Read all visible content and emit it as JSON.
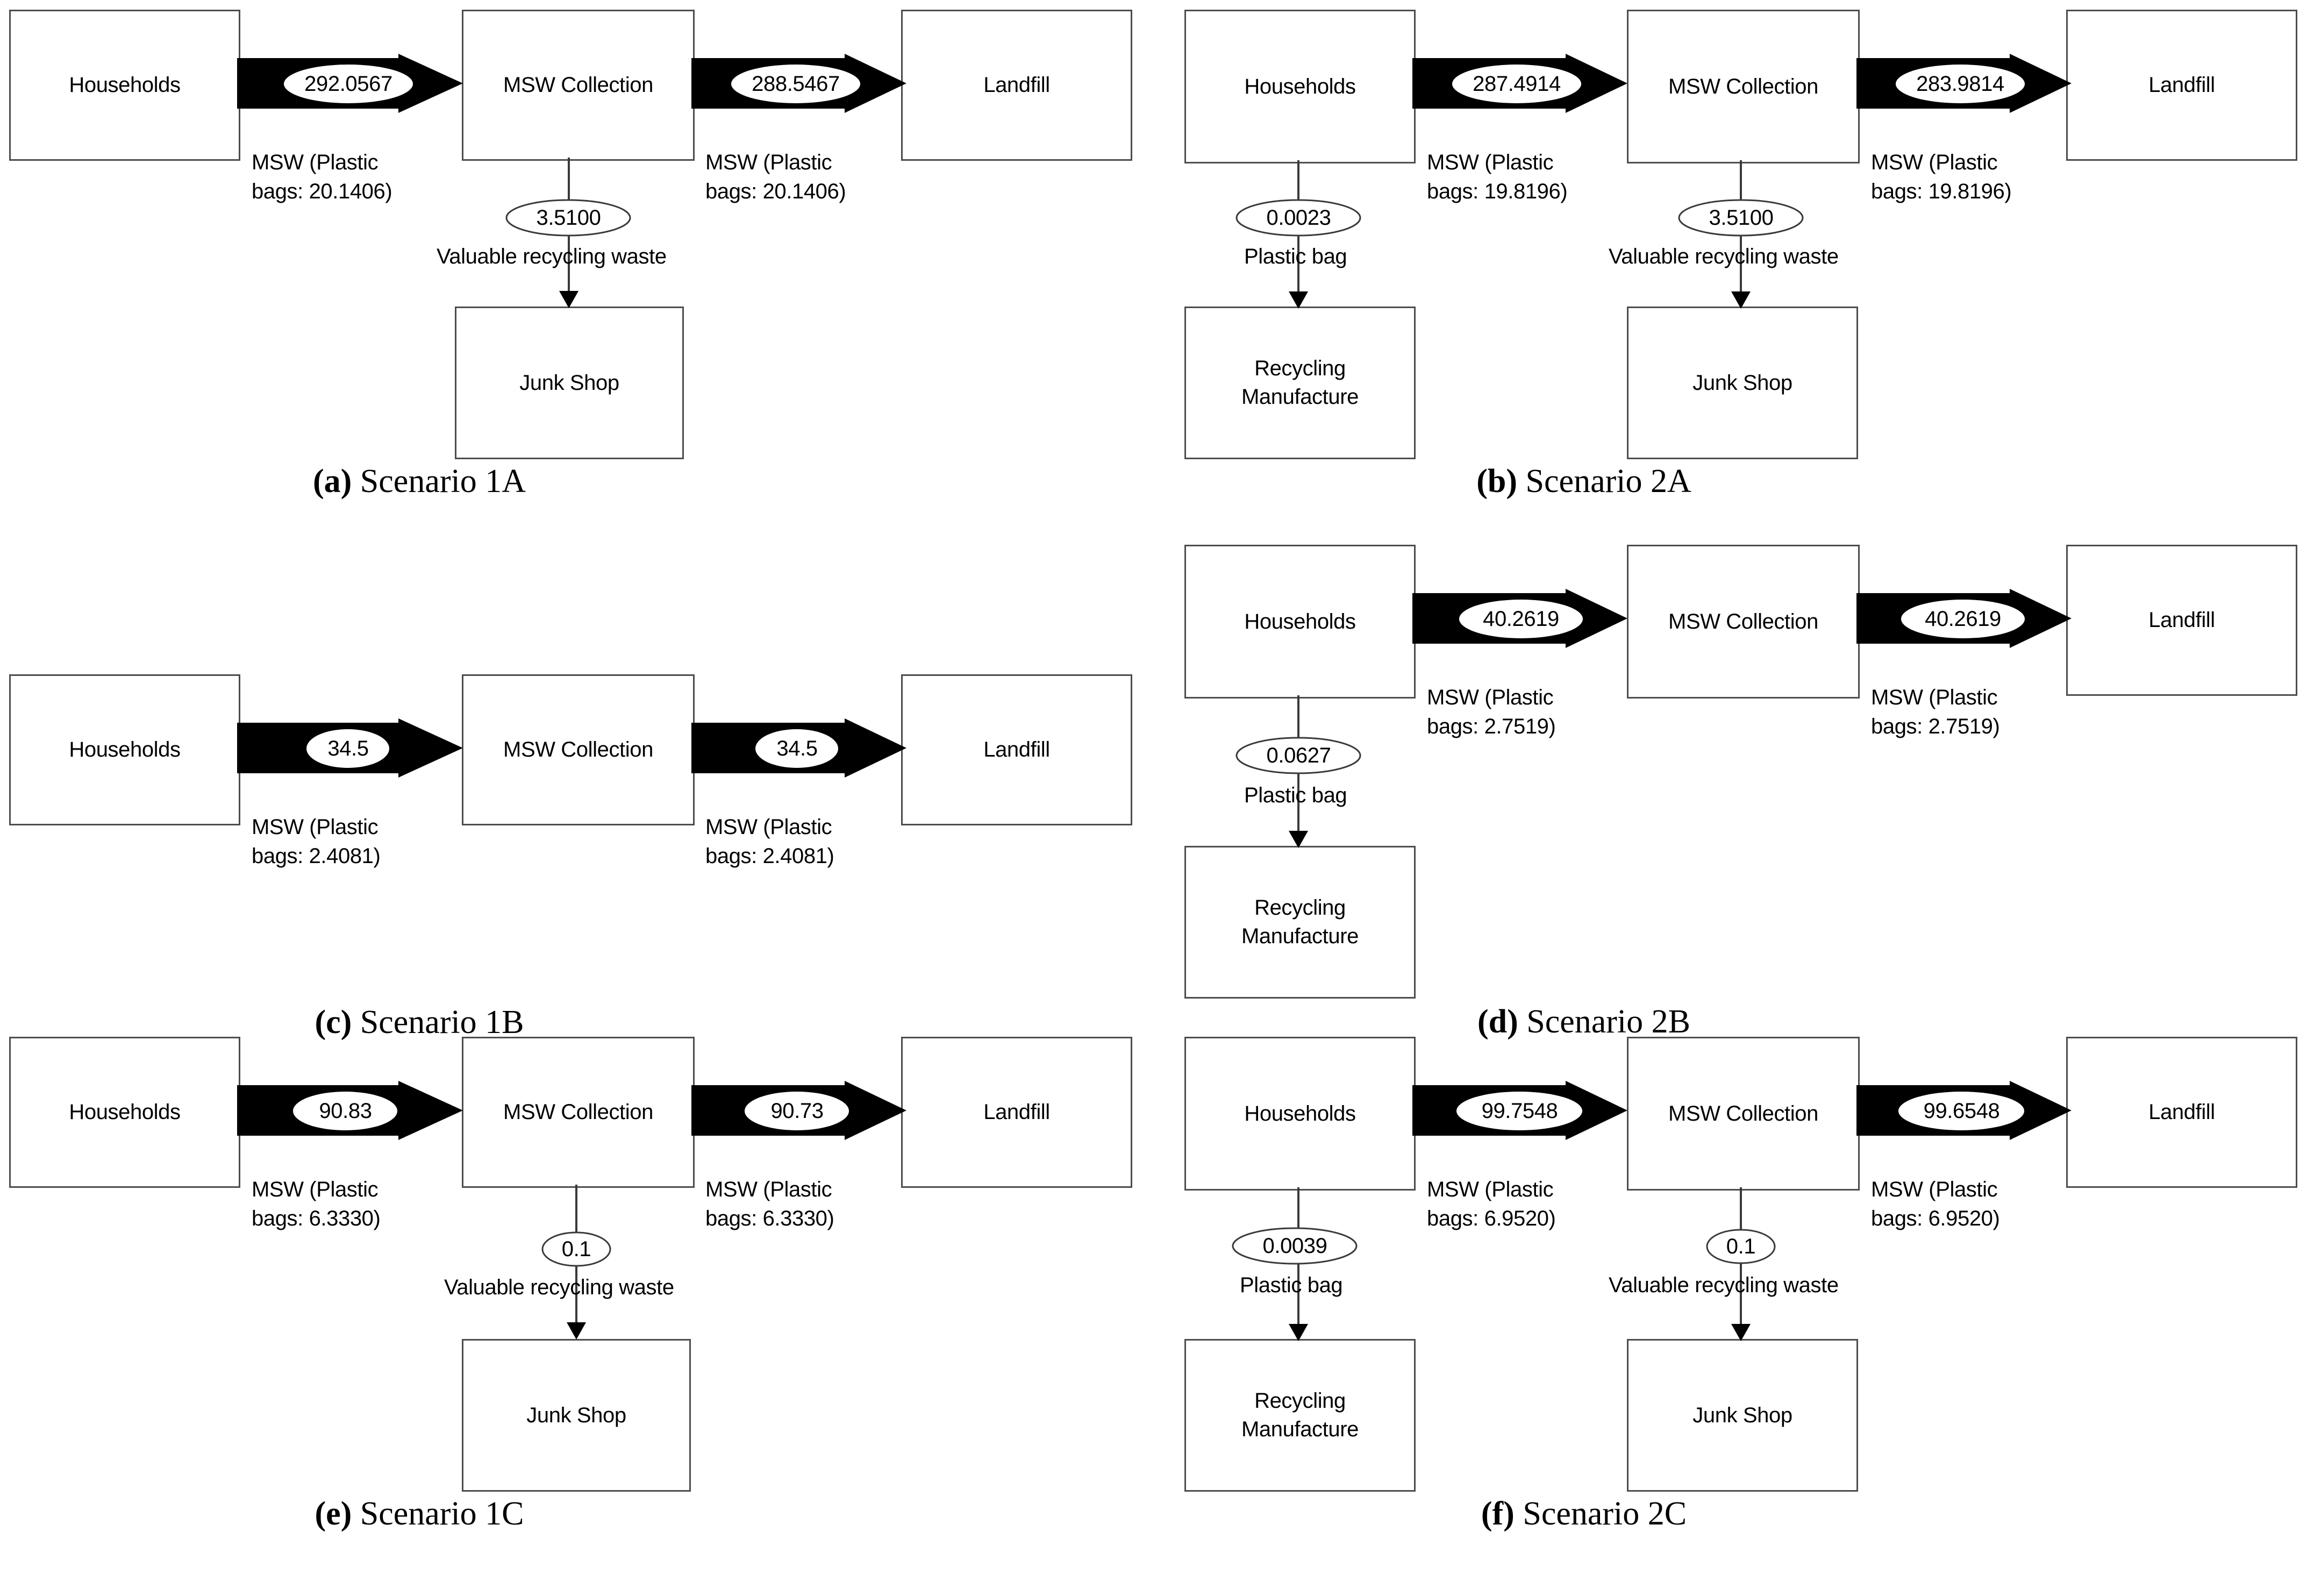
{
  "figure": {
    "node_labels": {
      "households": "Households",
      "msw_collection": "MSW Collection",
      "landfill": "Landfill",
      "junk_shop": "Junk Shop",
      "recycling_manufacture": "Recycling\nManufacture"
    },
    "colors": {
      "arrow_fill": "#000000",
      "box_border": "#4d4d4d",
      "background": "#ffffff",
      "text": "#000000"
    },
    "panels": [
      {
        "id": "a",
        "caption_letter": "(a)",
        "caption_text": " Scenario 1A",
        "nodes": {
          "left": "Households",
          "middle": "MSW Collection",
          "right": "Landfill",
          "below": "Junk Shop",
          "below_left": null
        },
        "flow1": {
          "value": "292.0567",
          "label": "MSW (Plastic\nbags: 20.1406)"
        },
        "flow2": {
          "value": "288.5467",
          "label": "MSW (Plastic\nbags: 20.1406)"
        },
        "down_middle": {
          "value": "3.5100",
          "label": "Valuable recycling waste",
          "target": "Junk Shop"
        },
        "down_left": null
      },
      {
        "id": "b",
        "caption_letter": "(b)",
        "caption_text": " Scenario 2A",
        "nodes": {
          "left": "Households",
          "middle": "MSW Collection",
          "right": "Landfill",
          "below": "Junk Shop",
          "below_left": "Recycling\nManufacture"
        },
        "flow1": {
          "value": "287.4914",
          "label": "MSW (Plastic\nbags: 19.8196)"
        },
        "flow2": {
          "value": "283.9814",
          "label": "MSW (Plastic\nbags: 19.8196)"
        },
        "down_middle": {
          "value": "3.5100",
          "label": "Valuable recycling waste",
          "target": "Junk Shop"
        },
        "down_left": {
          "value": "0.0023",
          "label": "Plastic bag",
          "target": "Recycling Manufacture"
        }
      },
      {
        "id": "c",
        "caption_letter": "(c)",
        "caption_text": " Scenario 1B",
        "nodes": {
          "left": "Households",
          "middle": "MSW Collection",
          "right": "Landfill",
          "below": null,
          "below_left": null
        },
        "flow1": {
          "value": "34.5",
          "label": "MSW (Plastic\nbags: 2.4081)"
        },
        "flow2": {
          "value": "34.5",
          "label": "MSW (Plastic\nbags: 2.4081)"
        },
        "down_middle": null,
        "down_left": null
      },
      {
        "id": "d",
        "caption_letter": "(d)",
        "caption_text": " Scenario 2B",
        "nodes": {
          "left": "Households",
          "middle": "MSW Collection",
          "right": "Landfill",
          "below": null,
          "below_left": "Recycling\nManufacture"
        },
        "flow1": {
          "value": "40.2619",
          "label": "MSW (Plastic\nbags: 2.7519)"
        },
        "flow2": {
          "value": "40.2619",
          "label": "MSW (Plastic\nbags: 2.7519)"
        },
        "down_middle": null,
        "down_left": {
          "value": "0.0627",
          "label": "Plastic bag",
          "target": "Recycling Manufacture"
        }
      },
      {
        "id": "e",
        "caption_letter": "(e)",
        "caption_text": " Scenario 1C",
        "nodes": {
          "left": "Households",
          "middle": "MSW Collection",
          "right": "Landfill",
          "below": "Junk Shop",
          "below_left": null
        },
        "flow1": {
          "value": "90.83",
          "label": "MSW (Plastic\nbags: 6.3330)"
        },
        "flow2": {
          "value": "90.73",
          "label": "MSW (Plastic\nbags: 6.3330)"
        },
        "down_middle": {
          "value": "0.1",
          "label": "Valuable recycling waste",
          "target": "Junk Shop"
        },
        "down_left": null
      },
      {
        "id": "f",
        "caption_letter": "(f)",
        "caption_text": " Scenario 2C",
        "nodes": {
          "left": "Households",
          "middle": "MSW Collection",
          "right": "Landfill",
          "below": "Junk Shop",
          "below_left": "Recycling\nManufacture"
        },
        "flow1": {
          "value": "99.7548",
          "label": "MSW (Plastic\nbags: 6.9520)"
        },
        "flow2": {
          "value": "99.6548",
          "label": "MSW (Plastic\nbags: 6.9520)"
        },
        "down_middle": {
          "value": "0.1",
          "label": "Valuable recycling waste",
          "target": "Junk Shop"
        },
        "down_left": {
          "value": "0.0039",
          "label": "Plastic bag",
          "target": "Recycling Manufacture"
        }
      }
    ]
  }
}
